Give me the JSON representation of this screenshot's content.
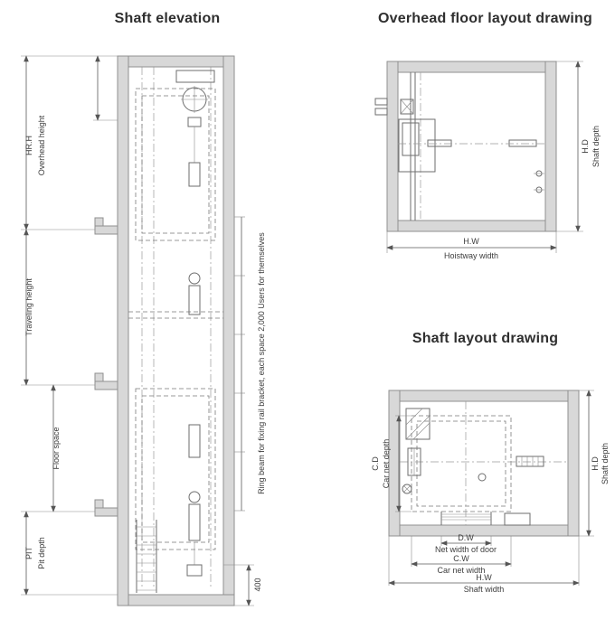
{
  "colors": {
    "wall_fill": "#d8d8d8",
    "line": "#6e6e6e",
    "text": "#3d3d3d"
  },
  "shaft_elevation": {
    "title": "Shaft elevation",
    "dims": {
      "hrh": "HR.H",
      "overhead_height": "Overhead height",
      "traveling_height": "Traveling height",
      "floor_space": "Floor space",
      "pit": "PIT",
      "pit_depth": "Pit depth",
      "bottom_clearance": "400"
    },
    "notes": {
      "ring_beam": "Ring beam for fixing rail bracket, each space 2,000  Users for themselves"
    }
  },
  "overhead_floor_layout": {
    "title": "Overhead floor layout drawing",
    "dims": {
      "hd": "H.D",
      "shaft_depth": "Shaft depth",
      "hw": "H.W",
      "hoistway_width": "Hoistway width"
    }
  },
  "shaft_layout": {
    "title": "Shaft layout drawing",
    "dims": {
      "cd": "C.D",
      "car_net_depth": "Car net depth",
      "hd": "H.D",
      "shaft_depth": "Shaft depth",
      "dw": "D.W",
      "net_width_of_door": "Net width of door",
      "cw": "C.W",
      "car_net_width": "Car net width",
      "hw": "H.W",
      "shaft_width": "Shaft width"
    }
  }
}
